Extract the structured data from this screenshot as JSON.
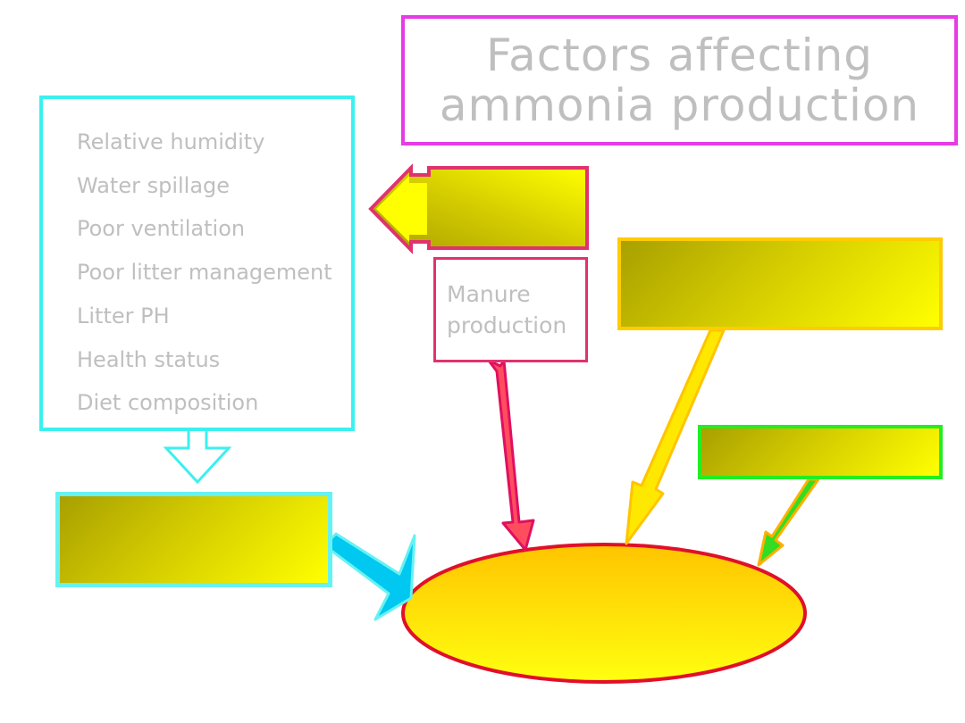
{
  "title": "Factors affecting\nammonia production",
  "factors": [
    "Relative humidity",
    "Water spillage",
    "Poor ventilation",
    "Poor litter management",
    "Litter PH",
    "Health status",
    "Diet composition"
  ],
  "manure_label": "Manure\nproduction",
  "colors": {
    "title_border": "#e63be6",
    "factor_border": "#3bf0f0",
    "manure_border": "#e0336e",
    "text_gray": "#bfbfbf",
    "ellipse_fill": "#ffd200",
    "ellipse_border": "#e0102a"
  }
}
